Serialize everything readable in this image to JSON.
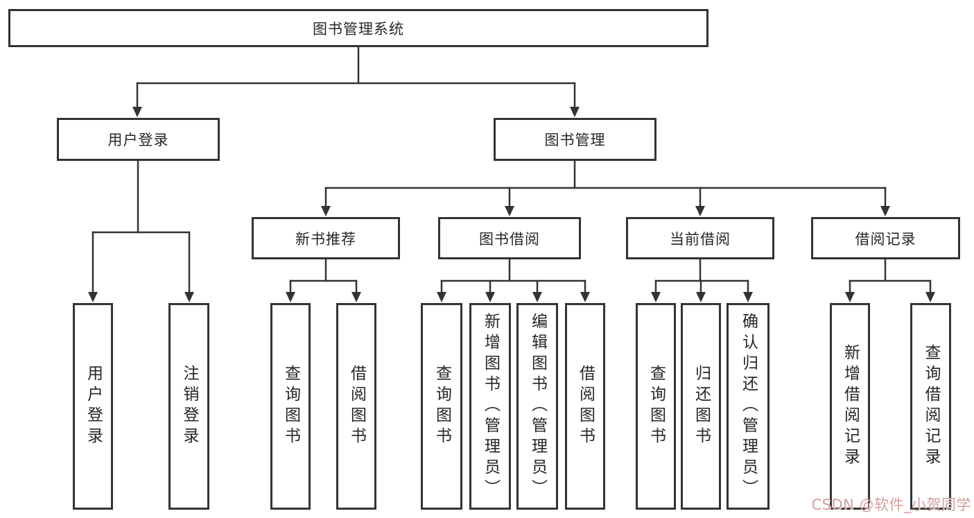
{
  "colors": {
    "line": "#333333",
    "text": "#262626",
    "background": "#ffffff",
    "watermark": "#cd8c8c"
  },
  "tree": {
    "root": {
      "label": "图书管理系统"
    },
    "branches": [
      {
        "label": "用户登录",
        "children": [
          {
            "label": "用户登录"
          },
          {
            "label": "注销登录"
          }
        ]
      },
      {
        "label": "图书管理",
        "groups": [
          {
            "label": "新书推荐",
            "children": [
              {
                "label": "查询图书"
              },
              {
                "label": "借阅图书"
              }
            ]
          },
          {
            "label": "图书借阅",
            "children": [
              {
                "label": "查询图书"
              },
              {
                "label": "新增图书（管理员）"
              },
              {
                "label": "编辑图书（管理员）"
              },
              {
                "label": "借阅图书"
              }
            ]
          },
          {
            "label": "当前借阅",
            "children": [
              {
                "label": "查询图书"
              },
              {
                "label": "归还图书"
              },
              {
                "label": "确认归还（管理员）"
              }
            ]
          },
          {
            "label": "借阅记录",
            "children": [
              {
                "label": "新增借阅记录"
              },
              {
                "label": "查询借阅记录"
              }
            ]
          }
        ]
      }
    ]
  },
  "watermark": {
    "text": "CSDN @软件_小贺同学"
  }
}
